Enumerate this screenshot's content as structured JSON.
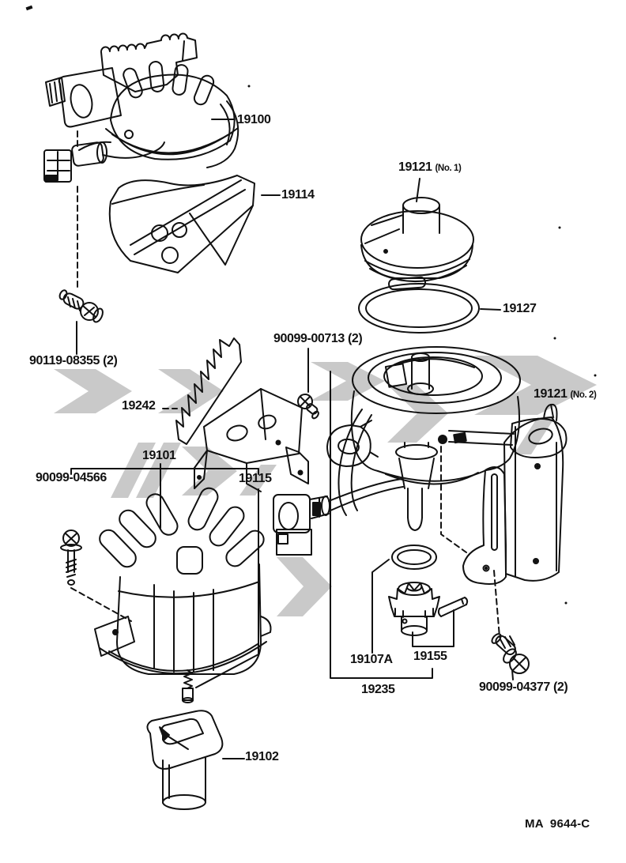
{
  "diagram": {
    "footer_code": "MA  9644-C",
    "colors": {
      "background": "#ffffff",
      "line": "#111111",
      "watermark": "#c9c9c9"
    },
    "labels": {
      "p19100": {
        "text": "19100"
      },
      "p19114": {
        "text": "19114"
      },
      "p19121_no1": {
        "text": "19121",
        "note": "(No. 1)"
      },
      "p19127": {
        "text": "19127"
      },
      "p90099_00713": {
        "text": "90099-00713 (2)"
      },
      "p19242": {
        "text": "19242"
      },
      "p90119_08355": {
        "text": "90119-08355 (2)"
      },
      "p19121_no2": {
        "text": "19121",
        "note": "(No. 2)"
      },
      "p19101": {
        "text": "19101"
      },
      "p90099_04566": {
        "text": "90099-04566"
      },
      "p19115": {
        "text": "19115"
      },
      "p19107a": {
        "text": "19107A"
      },
      "p19155": {
        "text": "19155"
      },
      "p19235": {
        "text": "19235"
      },
      "p90099_04377": {
        "text": "90099-04377 (2)"
      },
      "p19102": {
        "text": "19102"
      }
    }
  }
}
